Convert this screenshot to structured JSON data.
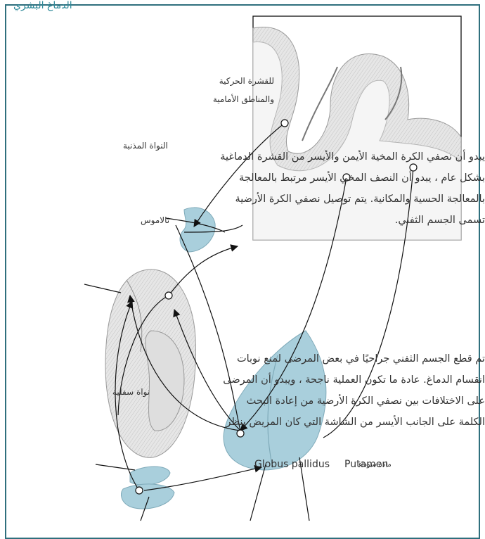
{
  "header": {
    "title": "الدماغ البشري"
  },
  "labels": {
    "motor_cortex_line1": "للقشرة الحركية",
    "motor_cortex_line2": "والمناطق الأمامية",
    "caudate_nucleus": "النواة المذنبة",
    "thalamus": "ثالاموس",
    "subthalamic_nucleus": "نواة سفلية",
    "globus_pallidus": "Globus pallidus",
    "putamen": "Putamen",
    "substantia_nigra": "مادة سوداء"
  },
  "paragraph1": {
    "line1": "يبدو أن نصفي الكرة المخية الأيمن والأيسر من القشرة الدماغية",
    "line2": "بشكل عام ، يبدو أن النصف المخي الأيسر مرتبط بالمعالجة",
    "line3": "بالمعالجة الحسية والمكانية. يتم توصيل نصفي الكرة الأرضية",
    "line4": "تسمى الجسم الثفني."
  },
  "paragraph2": {
    "line1": "تم قطع الجسم الثفني جراحيًا في بعض المرضى لمنع نوبات",
    "line2": "انقسام الدماغ. عادة ما تكون العملية ناجحة ، ويبدو أن المرضى",
    "line3": "على الاختلافات بين نصفي الكرة الأرضية من إعادة البحث",
    "line4": "الكلمة على الجانب الأيسر من الشاشة التي كان المريض ينظر"
  },
  "colors": {
    "frame": "#2f6f7d",
    "accent_text": "#2f8a9a",
    "structure_fill": "#a9cfdc",
    "gray_matter": "#dcdcdc",
    "line": "#111111"
  }
}
